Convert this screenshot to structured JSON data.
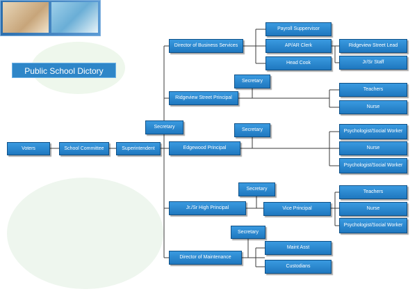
{
  "header": {
    "title": "Public School Dictory"
  },
  "nodes": {
    "voters": "Voters",
    "school_committee": "School Committee",
    "superintendent": "Superintendent",
    "secretary_supt": "Secretary",
    "director_business": "Director of Business Services",
    "payroll_supervisor": "Payroll Suppervisor",
    "ap_ar_clerk": "AP/AR Clerk",
    "head_cook": "Head Cook",
    "ridgeview_street_lead": "Ridgeview Street Lead",
    "jr_sr_staff": "Jr/Sr Staff",
    "secretary_ridgeview": "Secretary",
    "ridgeview_principal": "Ridgeview Street Principal",
    "teachers_ridgeview": "Teachers",
    "nurse_ridgeview": "Nurse",
    "secretary_edgewood": "Secretary",
    "edgewood_principal": "Edgewood Principal",
    "psych_edgewood_1": "Psychologist/Social Worker",
    "nurse_edgewood": "Nurse",
    "psych_edgewood_2": "Psychologist/Social Worker",
    "secretary_jrsr": "Secretary",
    "jrsr_principal": "Jr./Sr High Principal",
    "vice_principal": "Vice Principal",
    "teachers_jrsr": "Teachers",
    "nurse_jrsr": "Nurse",
    "psych_jrsr": "Psychologist/Social Worker",
    "secretary_maintenance": "Secretary",
    "director_maintenance": "Director of Maintenance",
    "maint_asst": "Maint Asst",
    "custodians": "Custodians"
  },
  "colors": {
    "node": "#2584cf",
    "line": "#3a3a3a",
    "title": "#2e86c8",
    "blob": "#edf6ee"
  }
}
